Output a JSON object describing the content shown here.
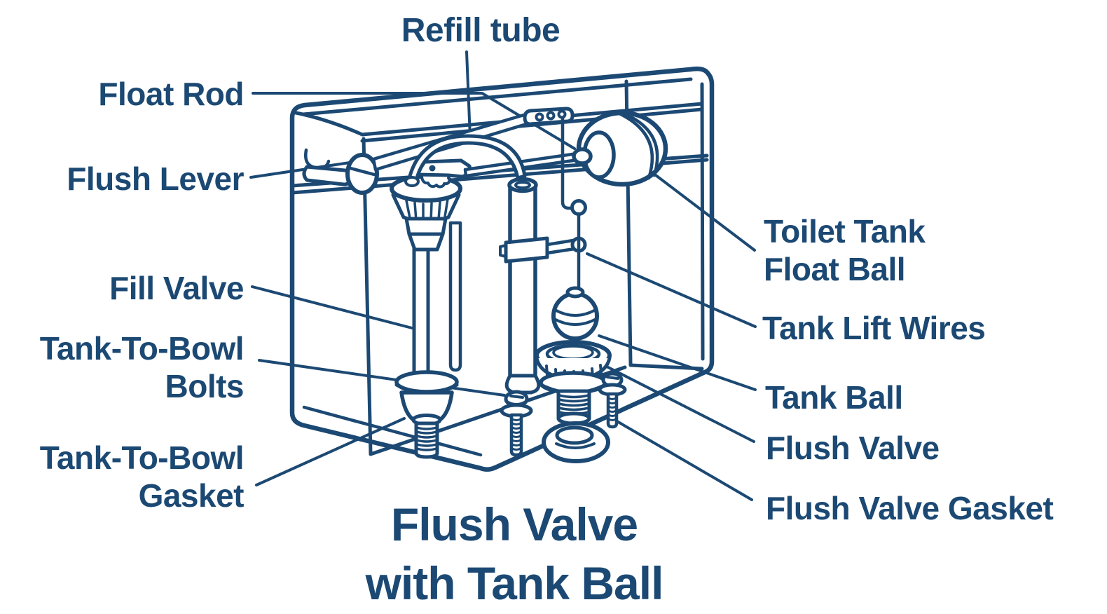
{
  "diagram": {
    "ink_color": "#1c4973",
    "background_color": "#ffffff",
    "title": {
      "line1": "Flush Valve",
      "line2": "with Tank Ball"
    },
    "labels": {
      "refill_tube": "Refill tube",
      "float_rod": "Float Rod",
      "flush_lever": "Flush Lever",
      "fill_valve": "Fill Valve",
      "tank_to_bowl_bolts_line1": "Tank-To-Bowl",
      "tank_to_bowl_bolts_line2": "Bolts",
      "tank_to_bowl_gasket_line1": "Tank-To-Bowl",
      "tank_to_bowl_gasket_line2": "Gasket",
      "toilet_tank_float_ball_line1": "Toilet Tank",
      "toilet_tank_float_ball_line2": "Float Ball",
      "tank_lift_wires": "Tank Lift Wires",
      "tank_ball": "Tank Ball",
      "flush_valve": "Flush Valve",
      "flush_valve_gasket": "Flush Valve Gasket"
    }
  }
}
